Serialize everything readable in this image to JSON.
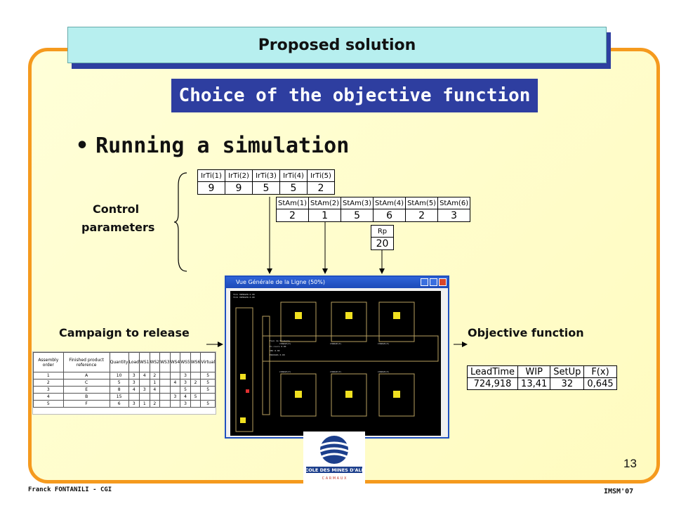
{
  "header": {
    "title": "Proposed solution",
    "subtitle": "Choice of the objective function"
  },
  "bullet": "Running a simulation",
  "labels": {
    "control_line1": "Control",
    "control_line2": "parameters",
    "campaign": "Campaign to release",
    "objective": "Objective function"
  },
  "irti": {
    "headers": [
      "IrTi(1)",
      "IrTi(2)",
      "IrTi(3)",
      "IrTi(4)",
      "IrTi(5)"
    ],
    "values": [
      "9",
      "9",
      "5",
      "5",
      "2"
    ]
  },
  "stam": {
    "headers": [
      "StAm(1)",
      "StAm(2)",
      "StAm(3)",
      "StAm(4)",
      "StAm(5)",
      "StAm(6)"
    ],
    "values": [
      "2",
      "1",
      "5",
      "6",
      "2",
      "3"
    ]
  },
  "rp": {
    "header": "Rp",
    "value": "20"
  },
  "simulation": {
    "window_title": "Vue Générale de la Ligne (50%)"
  },
  "campaign_table": {
    "headers": [
      "Assembly order",
      "Finished product reference",
      "Quantity",
      "Load",
      "WS1",
      "WS2",
      "WS3",
      "WS4",
      "WS5",
      "WS6",
      "Virtual"
    ],
    "rows": [
      [
        "1",
        "A",
        "10",
        "3",
        "4",
        "2",
        "",
        "",
        "3",
        "",
        "5"
      ],
      [
        "2",
        "C",
        "5",
        "3",
        "",
        "1",
        "",
        "4",
        "3",
        "2",
        "5"
      ],
      [
        "3",
        "E",
        "8",
        "4",
        "3",
        "4",
        "",
        "",
        "5",
        "",
        "5"
      ],
      [
        "4",
        "B",
        "15",
        "",
        "",
        "",
        "",
        "3",
        "4",
        "5",
        ""
      ],
      [
        "5",
        "F",
        "6",
        "3",
        "1",
        "2",
        "",
        "",
        "3",
        "",
        "5"
      ]
    ]
  },
  "objective_table": {
    "headers": [
      "LeadTime",
      "WIP",
      "SetUp",
      "F(x)"
    ],
    "values": [
      "724,918",
      "13,41",
      "32",
      "0,645"
    ]
  },
  "logo_text": {
    "name": "ECOLE DES MINES D'ALBI",
    "sub": "C A R M A U X"
  },
  "page_number": "13",
  "footer": {
    "left": "Franck FONTANILI - CGI",
    "right": "IMSM'07"
  },
  "colors": {
    "frame": "#f59a1e",
    "title_bg": "#b7efef",
    "subtitle_bg": "#2e3ea0",
    "slide_bg": "#fffbc0"
  }
}
